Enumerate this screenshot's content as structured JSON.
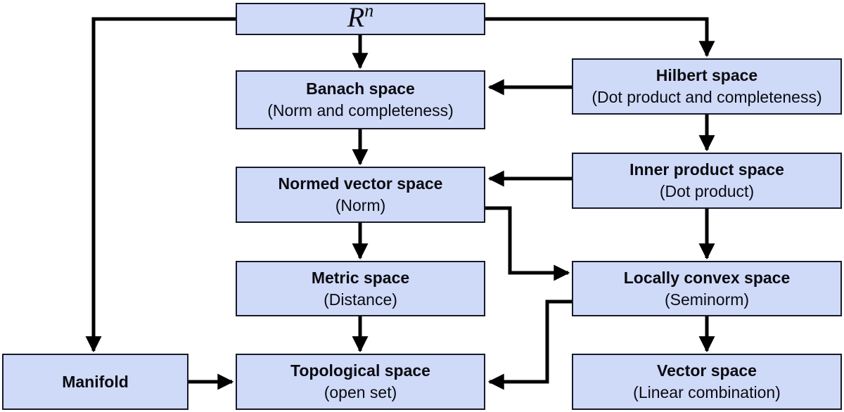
{
  "diagram": {
    "description": "Hierarchy of mathematical spaces flowchart",
    "colors": {
      "box_fill": "#cfdaf8",
      "box_border": "#161a29",
      "arrow": "#000000",
      "text": "#0b0b10",
      "background": "#ffffff"
    },
    "nodes": {
      "rn": {
        "base": "R",
        "sup": "n"
      },
      "banach": {
        "title": "Banach space",
        "subtitle": "(Norm and completeness)"
      },
      "hilbert": {
        "title": "Hilbert space",
        "subtitle": "(Dot product and completeness)"
      },
      "normed": {
        "title": "Normed vector space",
        "subtitle": "(Norm)"
      },
      "inner": {
        "title": "Inner product space",
        "subtitle": "(Dot product)"
      },
      "metric": {
        "title": "Metric space",
        "subtitle": "(Distance)"
      },
      "locally_convex": {
        "title": "Locally convex space",
        "subtitle": "(Seminorm)"
      },
      "topological": {
        "title": "Topological space",
        "subtitle": "(open set)"
      },
      "vector": {
        "title": "Vector space",
        "subtitle": "(Linear combination)"
      },
      "manifold": {
        "title": "Manifold"
      }
    },
    "edges": [
      {
        "from": "rn",
        "to": "banach"
      },
      {
        "from": "rn",
        "to": "manifold"
      },
      {
        "from": "rn",
        "to": "hilbert"
      },
      {
        "from": "hilbert",
        "to": "banach"
      },
      {
        "from": "banach",
        "to": "normed"
      },
      {
        "from": "hilbert",
        "to": "inner"
      },
      {
        "from": "inner",
        "to": "normed"
      },
      {
        "from": "inner",
        "to": "locally_convex"
      },
      {
        "from": "normed",
        "to": "metric"
      },
      {
        "from": "normed",
        "to": "locally_convex"
      },
      {
        "from": "metric",
        "to": "topological"
      },
      {
        "from": "locally_convex",
        "to": "vector"
      },
      {
        "from": "locally_convex",
        "to": "topological"
      },
      {
        "from": "manifold",
        "to": "topological"
      }
    ]
  }
}
